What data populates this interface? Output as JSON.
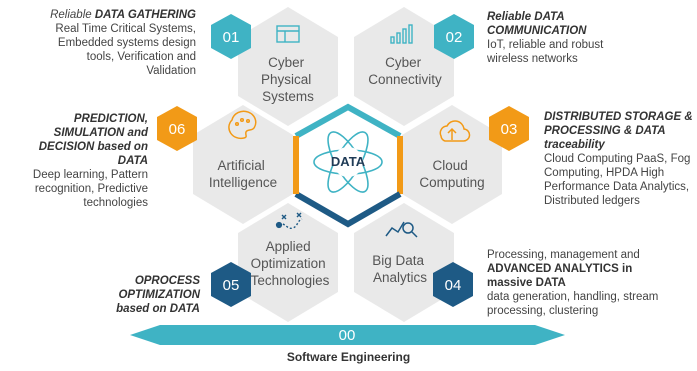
{
  "center": {
    "label": "DATA"
  },
  "hexes": [
    {
      "id": "01",
      "title": [
        "Cyber",
        "Physical",
        "Systems"
      ]
    },
    {
      "id": "02",
      "title": [
        "Cyber",
        "Connectivity"
      ]
    },
    {
      "id": "03",
      "title": [
        "Cloud",
        "Computing"
      ]
    },
    {
      "id": "04",
      "title": [
        "Big Data",
        "Analytics"
      ]
    },
    {
      "id": "05",
      "title": [
        "Applied",
        "Optimization",
        "Technologies"
      ]
    },
    {
      "id": "06",
      "title": [
        "Artificial",
        "Intelligence"
      ]
    }
  ],
  "notes": {
    "n01": {
      "lead": "Reliable ",
      "lead_caps": "DATA GATHERING",
      "body": [
        "Real Time Critical Systems,",
        "Embedded systems design",
        "tools, Verification and",
        "Validation"
      ]
    },
    "n02": {
      "lead": "Reliable DATA",
      "lead_caps": "COMMUNICATION",
      "body": [
        "IoT, reliable and robust",
        "wireless networks"
      ]
    },
    "n03": {
      "lead": [
        "DISTRIBUTED STORAGE &",
        "PROCESSING & DATA",
        "traceability"
      ],
      "body": [
        "Cloud Computing PaaS, Fog",
        "Computing, HPDA High",
        "Performance Data Analytics,",
        "Distributed ledgers"
      ]
    },
    "n04": {
      "pre": "Processing, management and",
      "lead": [
        "ADVANCED ANALYTICS in",
        "massive DATA"
      ],
      "body": [
        "data generation, handling, stream",
        "processing, clustering"
      ]
    },
    "n05": {
      "lead": [
        "OPROCESS",
        "OPTIMIZATION",
        "based on DATA"
      ]
    },
    "n06": {
      "lead": [
        "PREDICTION,",
        "SIMULATION and",
        "DECISION based on",
        "DATA"
      ],
      "body": [
        "Deep learning, Pattern",
        "recognition, Predictive",
        "technologies"
      ]
    }
  },
  "footer": {
    "number": "00",
    "label": "Software Engineering"
  },
  "colors": {
    "hex_fill": "#e9e9e9",
    "teal": "#3fb3c4",
    "orange": "#f29a17",
    "navy": "#1e5a85"
  }
}
